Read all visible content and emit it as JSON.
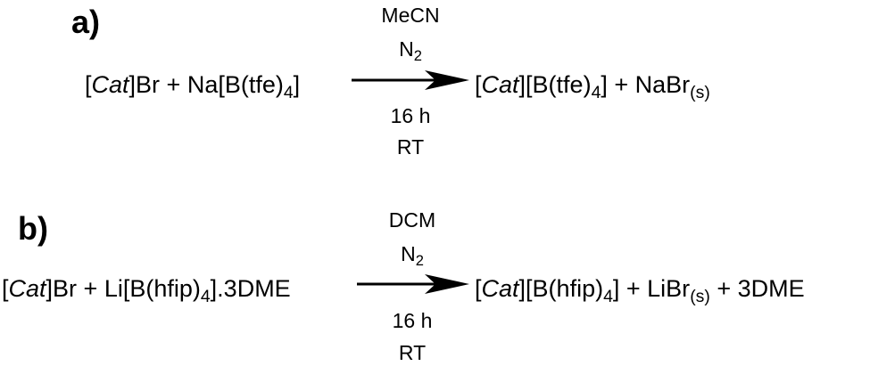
{
  "scheme_a": {
    "label": "a)",
    "reactant": {
      "p1": "[",
      "cat": "Cat",
      "p2": "]Br + Na[B(tfe)",
      "sub": "4",
      "p3": "]"
    },
    "conditions_above": [
      "MeCN",
      "N",
      "2"
    ],
    "conditions_below": [
      "16 h",
      "RT"
    ],
    "product": {
      "p1": "[",
      "cat": "Cat",
      "p2": "][B(tfe)",
      "sub": "4",
      "p3": "] + NaBr",
      "sub2": "(s)"
    }
  },
  "scheme_b": {
    "label": "b)",
    "reactant": {
      "p1": "[",
      "cat": "Cat",
      "p2": "]Br + Li[B(hfip)",
      "sub": "4",
      "p3": "].3DME"
    },
    "conditions_above": [
      "DCM",
      "N",
      "2"
    ],
    "conditions_below": [
      "16 h",
      "RT"
    ],
    "product": {
      "p1": "[",
      "cat": "Cat",
      "p2": "][B(hfip)",
      "sub": "4",
      "p3": "] + LiBr",
      "sub2": "(s)",
      "p4": " + 3DME"
    }
  }
}
